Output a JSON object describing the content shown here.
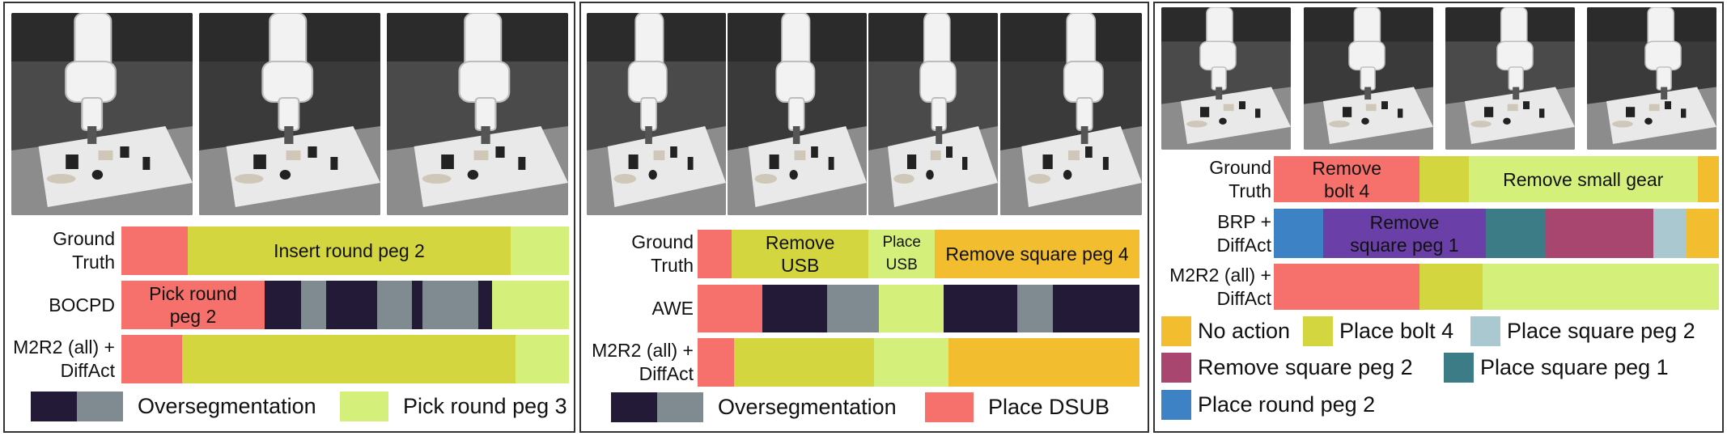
{
  "colors": {
    "salmon": "#f6716b",
    "olive": "#d4d63f",
    "lime": "#d5f07a",
    "dark": "#231a37",
    "gray": "#808a91",
    "orange": "#f2bd2e",
    "blue": "#3e82c6",
    "purple": "#6a40a8",
    "teal": "#3c7c87",
    "magenta": "#a8466f",
    "lightblue": "#a9c8d0"
  },
  "panels": [
    {
      "photos": [
        "robot-frame-1",
        "robot-frame-2",
        "robot-frame-3"
      ],
      "rows": [
        {
          "label": "Ground\nTruth",
          "segments": [
            {
              "frac": 0.148,
              "color": "salmon"
            },
            {
              "frac": 0.722,
              "color": "olive",
              "text": "Insert round peg 2"
            },
            {
              "frac": 0.13,
              "color": "lime"
            }
          ]
        },
        {
          "label": "BOCPD",
          "segments": [
            {
              "frac": 0.32,
              "color": "salmon",
              "text": "Pick round\npeg 2"
            },
            {
              "frac": 0.082,
              "color": "dark"
            },
            {
              "frac": 0.055,
              "color": "gray"
            },
            {
              "frac": 0.115,
              "color": "dark"
            },
            {
              "frac": 0.077,
              "color": "gray"
            },
            {
              "frac": 0.024,
              "color": "dark"
            },
            {
              "frac": 0.124,
              "color": "gray"
            },
            {
              "frac": 0.032,
              "color": "dark"
            },
            {
              "frac": 0.171,
              "color": "lime"
            }
          ]
        },
        {
          "label": "M2R2 (all) +\nDiffAct",
          "segments": [
            {
              "frac": 0.136,
              "color": "salmon"
            },
            {
              "frac": 0.744,
              "color": "olive"
            },
            {
              "frac": 0.12,
              "color": "lime"
            }
          ]
        }
      ],
      "legend": [
        {
          "colors": [
            "dark",
            "gray"
          ],
          "text": "Oversegmentation"
        },
        {
          "colors": [
            "lime"
          ],
          "text": "Pick round peg 3"
        }
      ]
    },
    {
      "photos": [
        "robot-frame-1",
        "robot-frame-2",
        "robot-frame-3",
        "robot-frame-4"
      ],
      "rows": [
        {
          "label": "Ground\nTruth",
          "segments": [
            {
              "frac": 0.077,
              "color": "salmon"
            },
            {
              "frac": 0.31,
              "color": "olive",
              "text": "Remove\nUSB"
            },
            {
              "frac": 0.15,
              "color": "lime",
              "text": "Place\nUSB",
              "small": true
            },
            {
              "frac": 0.463,
              "color": "orange",
              "text": "Remove square peg 4"
            }
          ]
        },
        {
          "label": "AWE",
          "segments": [
            {
              "frac": 0.146,
              "color": "salmon"
            },
            {
              "frac": 0.147,
              "color": "dark"
            },
            {
              "frac": 0.118,
              "color": "gray"
            },
            {
              "frac": 0.146,
              "color": "lime"
            },
            {
              "frac": 0.166,
              "color": "dark"
            },
            {
              "frac": 0.082,
              "color": "gray"
            },
            {
              "frac": 0.195,
              "color": "dark"
            }
          ]
        },
        {
          "label": "M2R2 (all) +\nDiffAct",
          "segments": [
            {
              "frac": 0.082,
              "color": "salmon"
            },
            {
              "frac": 0.318,
              "color": "olive"
            },
            {
              "frac": 0.168,
              "color": "lime"
            },
            {
              "frac": 0.432,
              "color": "orange"
            }
          ]
        }
      ],
      "legend": [
        {
          "colors": [
            "dark",
            "gray"
          ],
          "text": "Oversegmentation"
        },
        {
          "colors": [
            "salmon"
          ],
          "text": "Place DSUB"
        }
      ]
    },
    {
      "photos": [
        "robot-frame-1",
        "robot-frame-2",
        "robot-frame-3",
        "robot-frame-4"
      ],
      "rows": [
        {
          "label": "Ground\nTruth",
          "segments": [
            {
              "frac": 0.328,
              "color": "salmon",
              "text": "Remove\nbolt 4"
            },
            {
              "frac": 0.11,
              "color": "olive"
            },
            {
              "frac": 0.514,
              "color": "lime",
              "text": "Remove small gear"
            },
            {
              "frac": 0.048,
              "color": "orange"
            }
          ]
        },
        {
          "label": "BRP +\nDiffAct",
          "segments": [
            {
              "frac": 0.11,
              "color": "blue"
            },
            {
              "frac": 0.367,
              "color": "purple",
              "text": "Remove\nsquare peg 1",
              "light": true
            },
            {
              "frac": 0.134,
              "color": "teal"
            },
            {
              "frac": 0.242,
              "color": "magenta"
            },
            {
              "frac": 0.074,
              "color": "lightblue"
            },
            {
              "frac": 0.073,
              "color": "orange"
            }
          ]
        },
        {
          "label": "M2R2 (all) +\nDiffAct",
          "segments": [
            {
              "frac": 0.328,
              "color": "salmon"
            },
            {
              "frac": 0.142,
              "color": "olive"
            },
            {
              "frac": 0.53,
              "color": "lime"
            }
          ]
        }
      ],
      "legendRows": [
        [
          {
            "colors": [
              "orange"
            ],
            "text": "No action"
          },
          {
            "colors": [
              "olive"
            ],
            "text": "Place bolt 4"
          },
          {
            "colors": [
              "lightblue"
            ],
            "text": "Place square peg 2"
          }
        ],
        [
          {
            "colors": [
              "magenta"
            ],
            "text": "Remove square peg 2"
          },
          {
            "colors": [
              "teal"
            ],
            "text": "Place square peg 1"
          }
        ],
        [
          {
            "colors": [
              "blue"
            ],
            "text": "Place round peg 2"
          }
        ]
      ]
    }
  ]
}
